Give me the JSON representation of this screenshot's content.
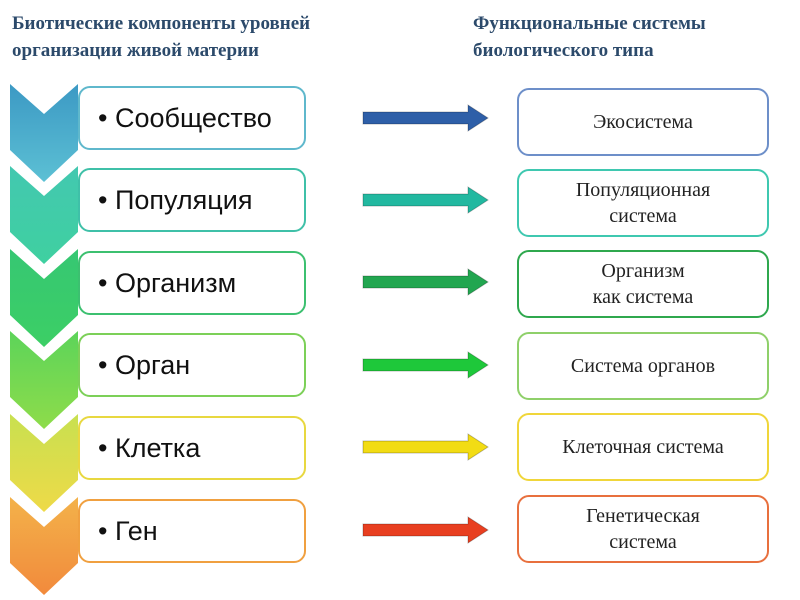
{
  "left_heading": "Биотические компоненты уровней\nорганизации живой материи",
  "right_heading": "Функциональные системы\nбиологического типа",
  "levels": [
    {
      "label": "Сообщество",
      "chevron_top": "#3c99c4",
      "chevron_bottom": "#5cc0d4",
      "border": "#5fb8cc",
      "arrow": "#2e5fa8"
    },
    {
      "label": "Популяция",
      "chevron_top": "#43c8b0",
      "chevron_bottom": "#3fd0a0",
      "border": "#3fc0a8",
      "arrow": "#22b8a0"
    },
    {
      "label": "Организм",
      "chevron_top": "#36c773",
      "chevron_bottom": "#3ccf65",
      "border": "#3cc070",
      "arrow": "#22a650"
    },
    {
      "label": "Орган",
      "chevron_top": "#5cd45a",
      "chevron_bottom": "#8edc4a",
      "border": "#7cd058",
      "arrow": "#1ec83a"
    },
    {
      "label": "Клетка",
      "chevron_top": "#c8e050",
      "chevron_bottom": "#eeda48",
      "border": "#e8d840",
      "arrow": "#f2dc14"
    },
    {
      "label": "Ген",
      "chevron_top": "#f3b24a",
      "chevron_bottom": "#f28a3c",
      "border": "#f0a040",
      "arrow": "#e83f20"
    }
  ],
  "systems": [
    {
      "label": "Экосистема",
      "border": "#6d8fc9"
    },
    {
      "label": "Популяционная\nсистема",
      "border": "#3fc8b0"
    },
    {
      "label": "Организм\nкак система",
      "border": "#2fa84e"
    },
    {
      "label": "Система органов",
      "border": "#8fd06a"
    },
    {
      "label": "Клеточная система",
      "border": "#f0d63a"
    },
    {
      "label": "Генетическая\nсистема",
      "border": "#e8703e"
    }
  ]
}
